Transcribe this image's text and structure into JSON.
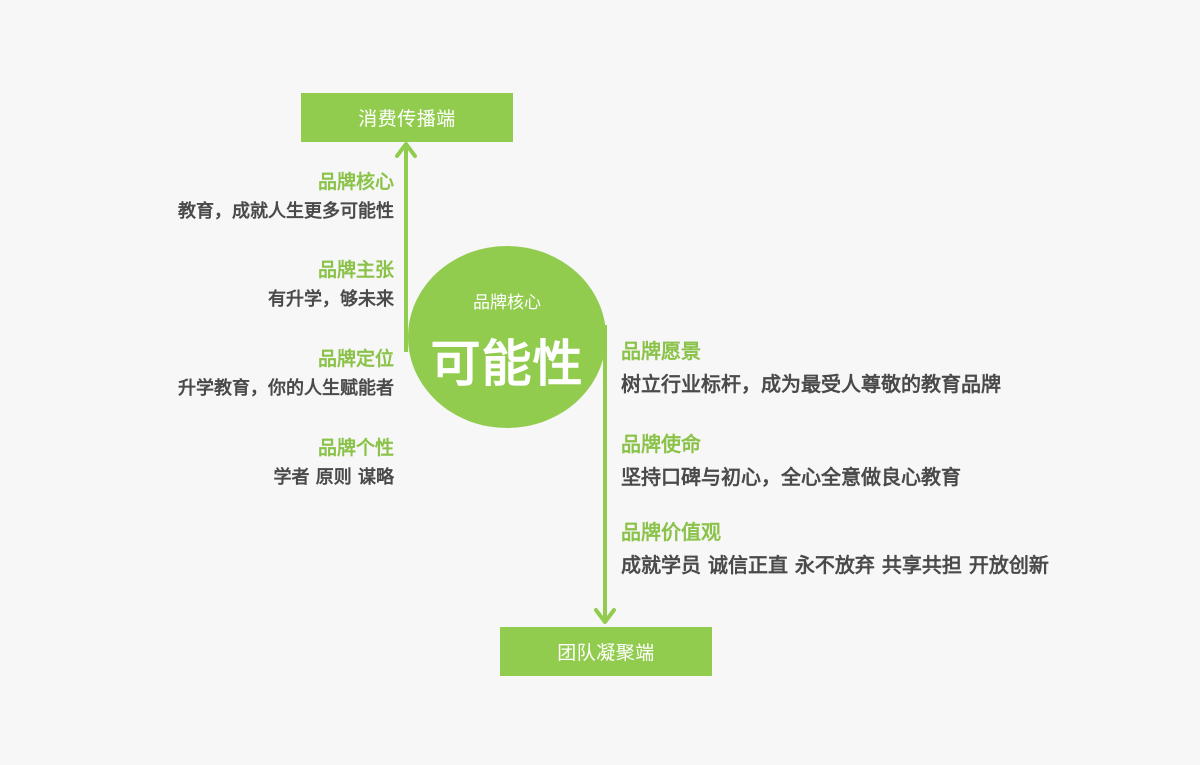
{
  "top_box": "消费传播端",
  "bottom_box": "团队凝聚端",
  "center": {
    "subtitle": "品牌核心",
    "main": "可能性"
  },
  "left_items": [
    {
      "title": "品牌核心",
      "desc": "教育，成就人生更多可能性"
    },
    {
      "title": "品牌主张",
      "desc": "有升学，够未来"
    },
    {
      "title": "品牌定位",
      "desc": "升学教育，你的人生赋能者"
    },
    {
      "title": "品牌个性",
      "desc": "学者 原则 谋略"
    }
  ],
  "right_items": [
    {
      "title": "品牌愿景",
      "desc": "树立行业标杆，成为最受人尊敬的教育品牌"
    },
    {
      "title": "品牌使命",
      "desc": "坚持口碑与初心，全心全意做良心教育"
    },
    {
      "title": "品牌价值观",
      "desc": "成就学员 诚信正直 永不放弃 共享共担 开放创新"
    }
  ],
  "colors": {
    "accent": "#92cc4f",
    "title_text": "#8bc34a",
    "body_text": "#4a4a4a",
    "background": "#f7f7f7"
  }
}
